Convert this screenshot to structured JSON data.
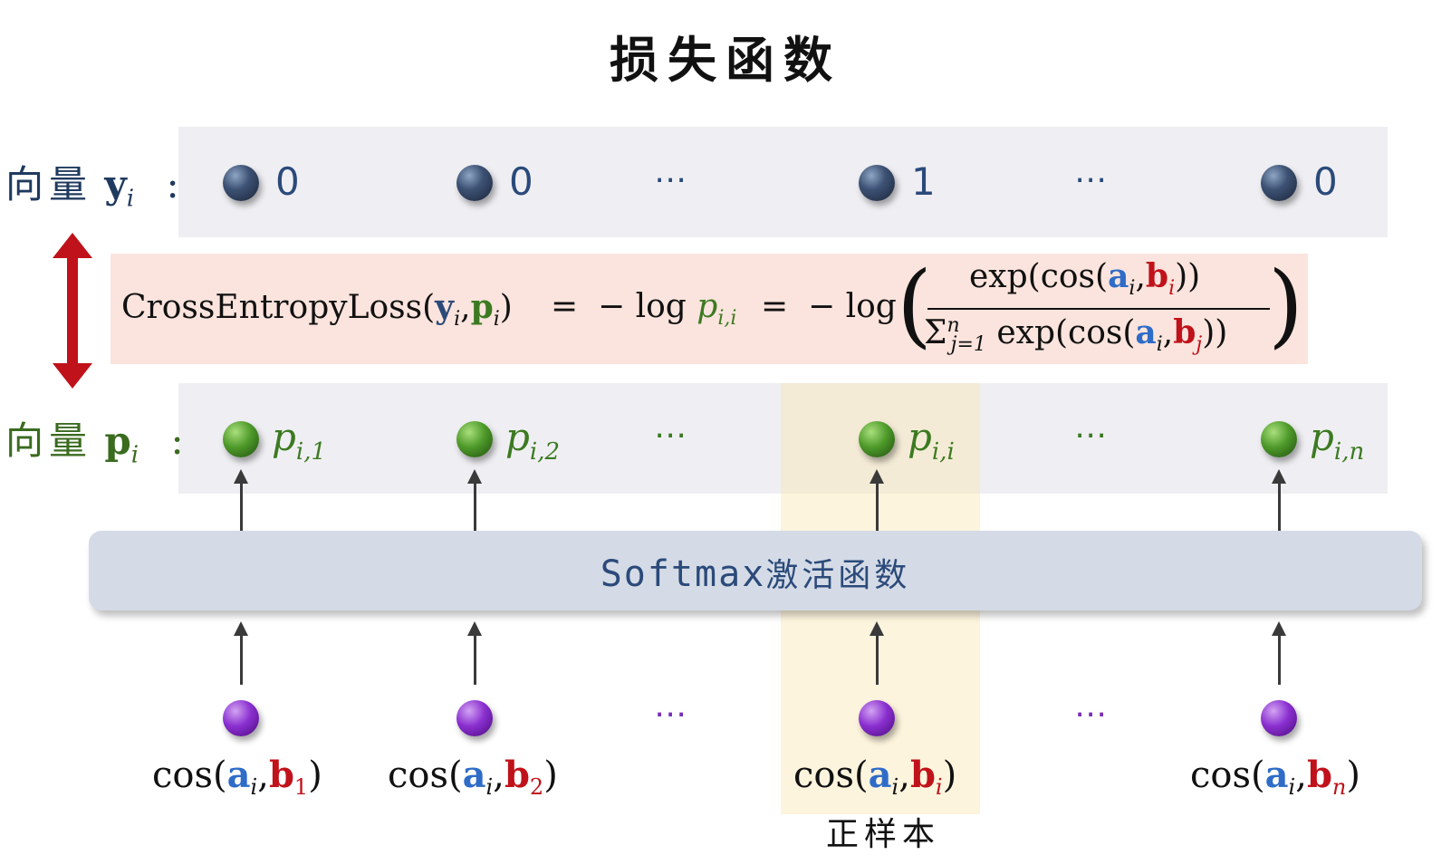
{
  "title": "损失函数",
  "rows": {
    "y_label_cn": "向量",
    "y_label_var": "y",
    "y_label_sub": "i",
    "p_label_cn": "向量",
    "p_label_var": "p",
    "p_label_sub": "i",
    "colon": ":"
  },
  "y_values": [
    "0",
    "0",
    "⋯",
    "1",
    "⋯",
    "0"
  ],
  "p_values": [
    {
      "base": "p",
      "sub": "i,1"
    },
    {
      "base": "p",
      "sub": "i,2"
    },
    {
      "base": "⋯",
      "sub": ""
    },
    {
      "base": "p",
      "sub": "i,i"
    },
    {
      "base": "⋯",
      "sub": ""
    },
    {
      "base": "p",
      "sub": "i,n"
    }
  ],
  "formula": {
    "lhs_name": "CrossEntropyLoss(",
    "y": "y",
    "y_sub": "i",
    "comma": ",",
    "p": "p",
    "p_sub": "i",
    "close": ")",
    "eq1": "=",
    "neglog1": "− log",
    "pii": "p",
    "pii_sub": "i,i",
    "eq2": "=",
    "neglog2": "− log",
    "num": "exp(cos(",
    "num_a": "a",
    "num_a_sub": "i",
    "num_comma": ",",
    "num_b": "b",
    "num_b_sub": "i",
    "num_close": "))",
    "den_sum": "Σ",
    "den_sum_sup": "n",
    "den_sum_sub": "j=1",
    "den_exp": "exp(cos(",
    "den_a": "a",
    "den_a_sub": "i",
    "den_comma": ",",
    "den_b": "b",
    "den_b_sub": "j",
    "den_close": "))",
    "lparen": "(",
    "rparen": ")"
  },
  "softmax": {
    "label": "Softmax",
    "label_cn": "激活函数"
  },
  "cos_inputs": [
    {
      "prefix": "cos(",
      "a": "a",
      "a_sub": "i",
      "comma": ",",
      "b": "b",
      "b_sub": "1",
      "close": ")"
    },
    {
      "prefix": "cos(",
      "a": "a",
      "a_sub": "i",
      "comma": ",",
      "b": "b",
      "b_sub": "2",
      "close": ")"
    },
    {
      "prefix": "cos(",
      "a": "a",
      "a_sub": "i",
      "comma": ",",
      "b": "b",
      "b_sub": "i",
      "close": ")"
    },
    {
      "prefix": "cos(",
      "a": "a",
      "a_sub": "i",
      "comma": ",",
      "b": "b",
      "b_sub": "n",
      "close": ")"
    }
  ],
  "dots": "⋯",
  "positive_label": "正样本",
  "colors": {
    "navy": "#2b4a7a",
    "green": "#3c7a21",
    "purple": "#7a2fb8",
    "blue_a": "#2e6cc8",
    "red_b": "#c0121a",
    "loss_band": "#fbe4dd",
    "row_band": "#efeff3",
    "highlight": "#fae6b4",
    "arrow_red": "#c0121a"
  }
}
